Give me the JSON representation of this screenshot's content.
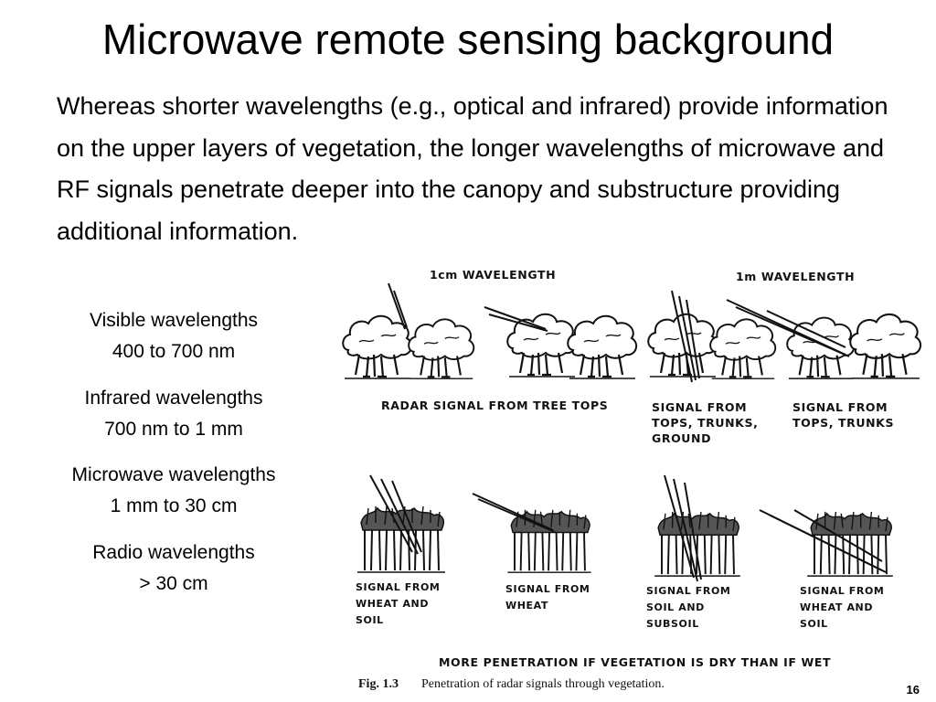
{
  "slide": {
    "title": "Microwave remote sensing background",
    "intro": "Whereas shorter wavelengths (e.g., optical and infrared) provide information on the upper layers of vegetation, the longer wavelengths of microwave and RF signals penetrate deeper into the canopy and substructure providing additional information.",
    "page_number": "16"
  },
  "wavelengths": [
    {
      "name": "Visible wavelengths",
      "range": "400 to 700 nm"
    },
    {
      "name": "Infrared wavelengths",
      "range": "700 nm to 1 mm"
    },
    {
      "name": "Microwave wavelengths",
      "range": "1 mm to 30 cm"
    },
    {
      "name": "Radio wavelengths",
      "range": "> 30 cm"
    }
  ],
  "figure": {
    "header_short": "1cm WAVELENGTH",
    "header_long": "1m WAVELENGTH",
    "tree_label_1": "RADAR SIGNAL FROM TREE TOPS",
    "tree_label_2_l1": "SIGNAL FROM",
    "tree_label_2_l2": "TOPS, TRUNKS,",
    "tree_label_2_l3": "GROUND",
    "tree_label_3_l1": "SIGNAL FROM",
    "tree_label_3_l2": "TOPS, TRUNKS",
    "wheat_label_1_l1": "SIGNAL FROM",
    "wheat_label_1_l2": "WHEAT AND",
    "wheat_label_1_l3": "SOIL",
    "wheat_label_2_l1": "SIGNAL FROM",
    "wheat_label_2_l2": "WHEAT",
    "wheat_label_3_l1": "SIGNAL FROM",
    "wheat_label_3_l2": "SOIL AND",
    "wheat_label_3_l3": "SUBSOIL",
    "wheat_label_4_l1": "SIGNAL FROM",
    "wheat_label_4_l2": "WHEAT AND",
    "wheat_label_4_l3": "SOIL",
    "note": "MORE PENETRATION IF VEGETATION IS DRY THAN IF WET",
    "caption_num": "Fig. 1.3",
    "caption_text": "Penetration of radar signals through vegetation."
  }
}
